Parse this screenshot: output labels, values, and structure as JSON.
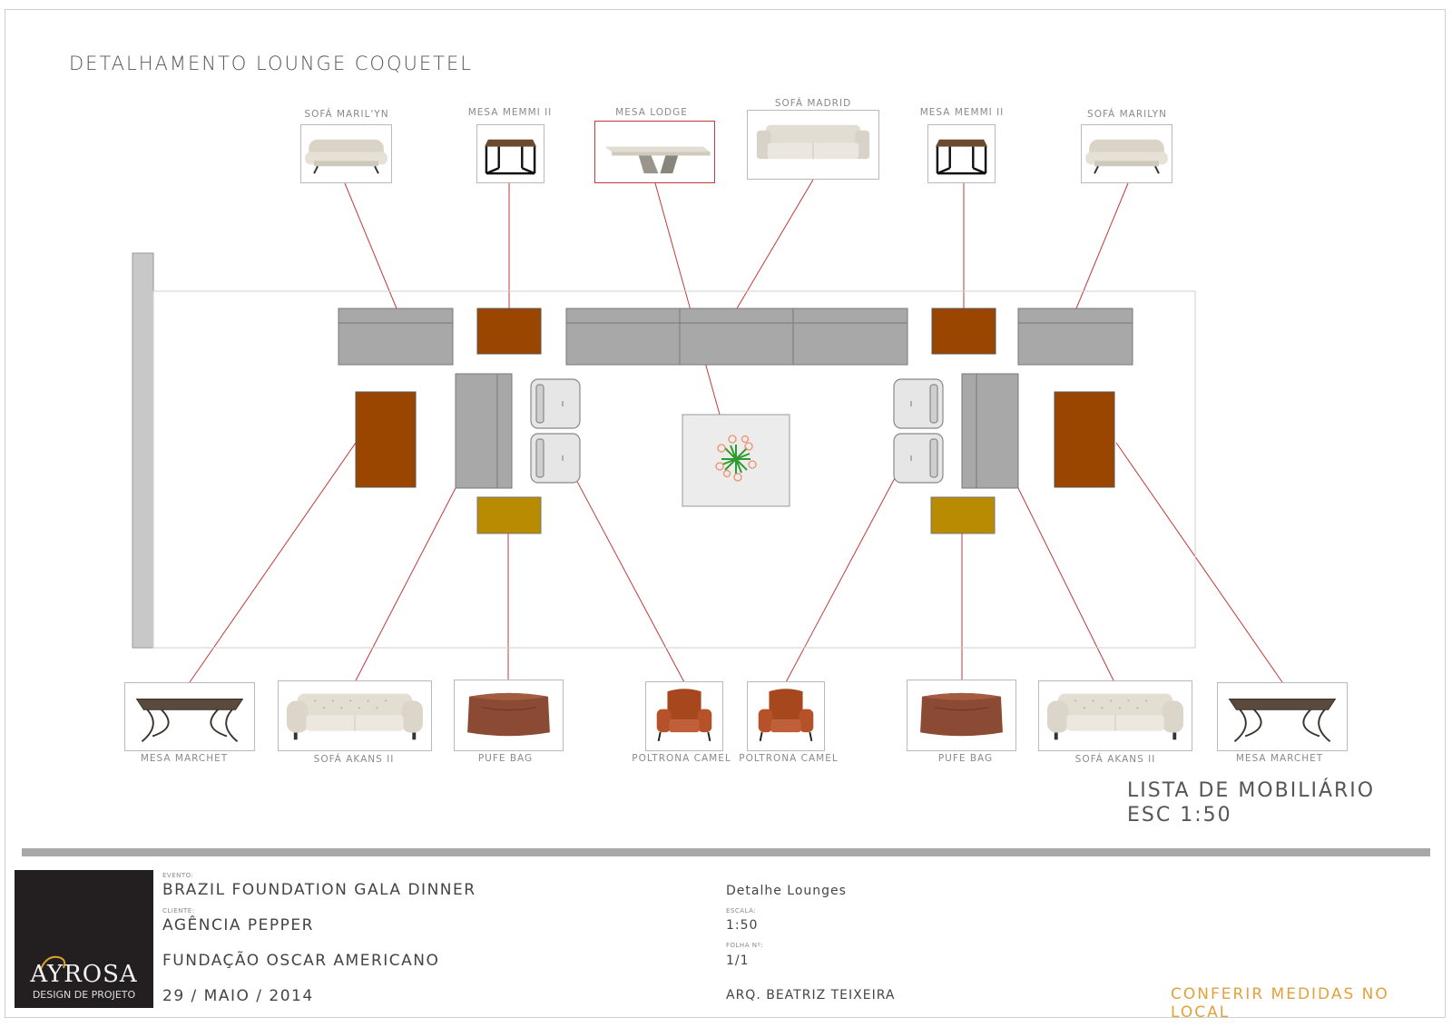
{
  "title": "DETALHAMENTO LOUNGE COQUETEL",
  "top_items": [
    {
      "label": "SOFÁ MARIL'YN",
      "icon": "tufted-sofa-icon"
    },
    {
      "label": "MESA MEMMI II",
      "icon": "side-table-icon"
    },
    {
      "label": "MESA LODGE",
      "icon": "coffee-table-icon"
    },
    {
      "label": "SOFÁ MADRID",
      "icon": "sofa-icon"
    },
    {
      "label": "MESA MEMMI II",
      "icon": "side-table-icon"
    },
    {
      "label": "SOFÁ MARILYN",
      "icon": "tufted-sofa-icon"
    }
  ],
  "bottom_items": [
    {
      "label": "MESA MARCHET",
      "icon": "tray-table-icon"
    },
    {
      "label": "SOFÁ AKANS II",
      "icon": "chesterfield-sofa-icon"
    },
    {
      "label": "PUFE BAG",
      "icon": "leather-pouf-icon"
    },
    {
      "label": "POLTRONA CAMEL",
      "icon": "armchair-icon"
    },
    {
      "label": "POLTRONA CAMEL",
      "icon": "armchair-icon"
    },
    {
      "label": "PUFE BAG",
      "icon": "leather-pouf-icon"
    },
    {
      "label": "SOFÁ AKANS II",
      "icon": "chesterfield-sofa-icon"
    },
    {
      "label": "MESA MARCHET",
      "icon": "tray-table-icon"
    }
  ],
  "lista": {
    "line1": "LISTA DE MOBILIÁRIO",
    "line2": "ESC 1:50"
  },
  "colors": {
    "table": "#9a4500",
    "pouf": "#b88b00",
    "sofa": "#a8a8a8",
    "leader": "#c0393b"
  },
  "title_block": {
    "logo_brand": "AYROSA",
    "logo_sub": "DESIGN DE PROJETO",
    "evento_label": "EVENTO:",
    "evento": "BRAZIL FOUNDATION GALA DINNER",
    "cliente_label": "CLIENTE:",
    "cliente": "AGÊNCIA PEPPER",
    "local": "FUNDAÇÃO OSCAR AMERICANO",
    "data": "29 / MAIO / 2014",
    "detalhe": "Detalhe Lounges",
    "escala_label": "ESCALA:",
    "escala": "1:50",
    "folha_label": "FOLHA Nº:",
    "folha": "1/1",
    "arq": "ARQ. BEATRIZ TEIXEIRA",
    "aviso": "CONFERIR MEDIDAS NO LOCAL"
  }
}
